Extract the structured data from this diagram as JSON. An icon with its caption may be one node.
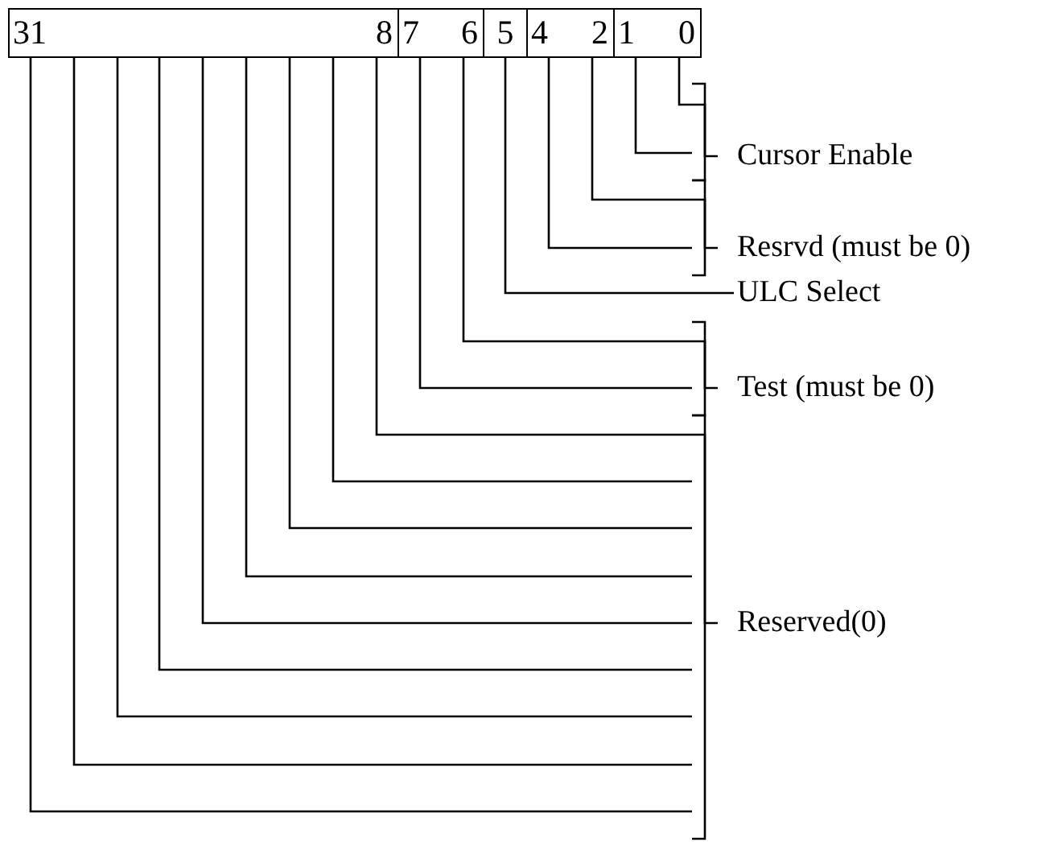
{
  "diagram": {
    "nodes": [
      {
        "text": [
          "31",
          "8"
        ]
      },
      {
        "text": [
          "7",
          "6"
        ]
      },
      {
        "text": [
          "5"
        ]
      },
      {
        "text": [
          "4",
          "2"
        ]
      },
      {
        "text": [
          "1",
          "0"
        ]
      },
      {
        "text": [
          "Cursor Enable"
        ]
      },
      {
        "text": [
          "Resrvd (must be 0)"
        ]
      },
      {
        "text": [
          "ULC Select"
        ]
      },
      {
        "text": [
          "Test (must be 0)"
        ]
      },
      {
        "text": [
          "Reserved(0)"
        ]
      }
    ],
    "edges": [
      {
        "from": 4,
        "to": 5,
        "arrow": "none"
      },
      {
        "from": 3,
        "to": 6,
        "arrow": "none"
      },
      {
        "from": 2,
        "to": 7,
        "arrow": "none"
      },
      {
        "from": 1,
        "to": 8,
        "arrow": "none"
      },
      {
        "from": 0,
        "to": 9,
        "arrow": "none"
      }
    ]
  }
}
